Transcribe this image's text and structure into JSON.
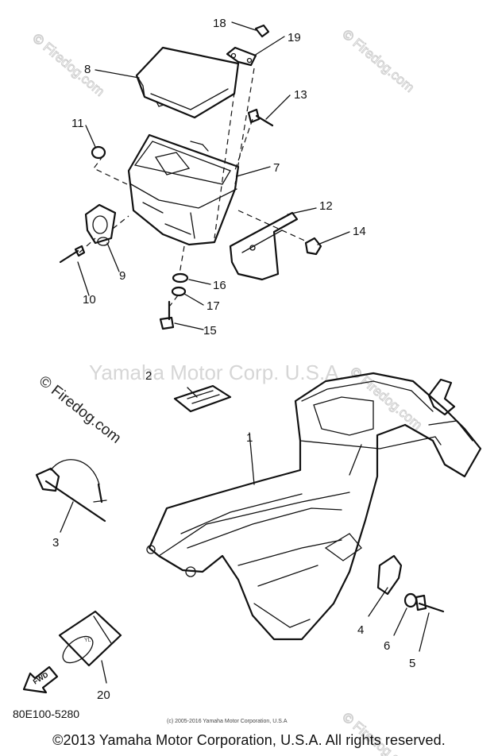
{
  "watermarks": {
    "corner": "© Firedog.com",
    "left": "© Firedog.com",
    "center": "Yamaha Motor Corp. U.S.A."
  },
  "callouts": [
    "1",
    "2",
    "3",
    "4",
    "5",
    "6",
    "7",
    "8",
    "9",
    "10",
    "11",
    "12",
    "13",
    "14",
    "15",
    "16",
    "17",
    "18",
    "19",
    "20"
  ],
  "fwd_label": "FWD",
  "diagram_code": "80E100-5280",
  "fine_print": "(c) 2005-2016 Yamaha Motor Corporation, U.S.A",
  "footer": "©2013 Yamaha Motor Corporation, U.S.A. All rights reserved."
}
